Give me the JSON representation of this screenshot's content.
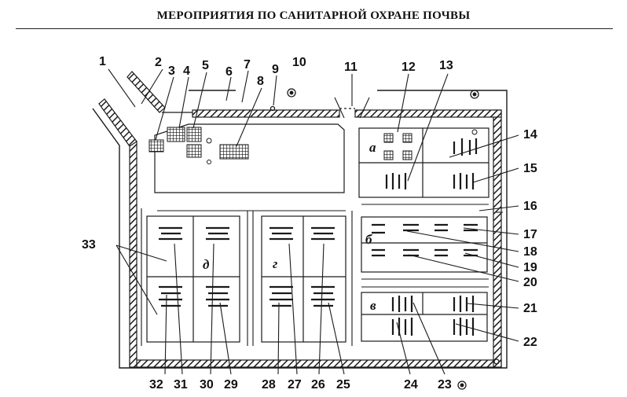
{
  "title": "МЕРОПРИЯТИЯ ПО САНИТАРНОЙ ОХРАНЕ ПОЧВЫ",
  "zones": {
    "a": "а",
    "b": "б",
    "v": "в",
    "g": "г",
    "d": "д"
  },
  "callouts": {
    "n1": "1",
    "n2": "2",
    "n3": "3",
    "n4": "4",
    "n5": "5",
    "n6": "6",
    "n7": "7",
    "n8": "8",
    "n9": "9",
    "n10": "10",
    "n11": "11",
    "n12": "12",
    "n13": "13",
    "n14": "14",
    "n15": "15",
    "n16": "16",
    "n17": "17",
    "n18": "18",
    "n19": "19",
    "n20": "20",
    "n21": "21",
    "n22": "22",
    "n23": "23",
    "n24": "24",
    "n25": "25",
    "n26": "26",
    "n27": "27",
    "n28": "28",
    "n29": "29",
    "n30": "30",
    "n31": "31",
    "n32": "32",
    "n33": "33"
  },
  "colors": {
    "ink": "#1a1a1a",
    "paper": "#ffffff"
  }
}
